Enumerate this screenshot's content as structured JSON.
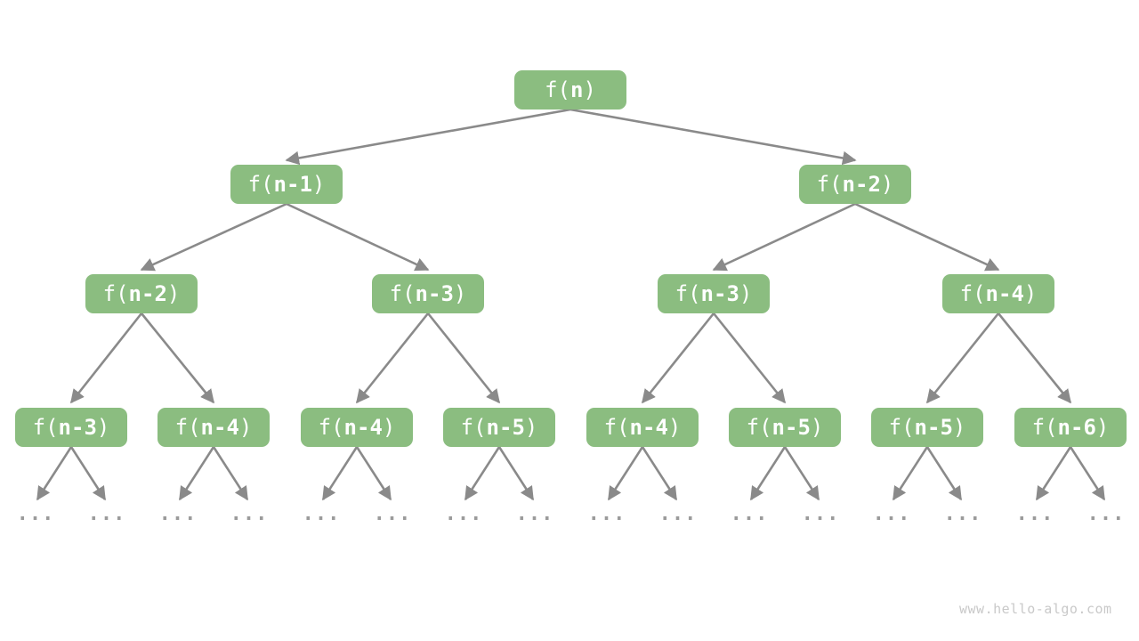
{
  "title": "recursion-tree-of-f(n)",
  "colors": {
    "background": "#ffffff",
    "node_fill": "#8bbd80",
    "node_text": "#ffffff",
    "edge": "#8a8a8a",
    "ellipsis": "#9b9b9b",
    "watermark": "#c9c9c9"
  },
  "tree": {
    "ellipsis": "...",
    "nodes": [
      {
        "level": 1,
        "pre": "f(",
        "arg": "n",
        "post": ")",
        "label": "f(n)"
      },
      {
        "level": 2,
        "pre": "f(",
        "arg": "n-1",
        "post": ")",
        "label": "f(n-1)"
      },
      {
        "level": 2,
        "pre": "f(",
        "arg": "n-2",
        "post": ")",
        "label": "f(n-2)"
      },
      {
        "level": 3,
        "pre": "f(",
        "arg": "n-2",
        "post": ")",
        "label": "f(n-2)"
      },
      {
        "level": 3,
        "pre": "f(",
        "arg": "n-3",
        "post": ")",
        "label": "f(n-3)"
      },
      {
        "level": 3,
        "pre": "f(",
        "arg": "n-3",
        "post": ")",
        "label": "f(n-3)"
      },
      {
        "level": 3,
        "pre": "f(",
        "arg": "n-4",
        "post": ")",
        "label": "f(n-4)"
      },
      {
        "level": 4,
        "pre": "f(",
        "arg": "n-3",
        "post": ")",
        "label": "f(n-3)"
      },
      {
        "level": 4,
        "pre": "f(",
        "arg": "n-4",
        "post": ")",
        "label": "f(n-4)"
      },
      {
        "level": 4,
        "pre": "f(",
        "arg": "n-4",
        "post": ")",
        "label": "f(n-4)"
      },
      {
        "level": 4,
        "pre": "f(",
        "arg": "n-5",
        "post": ")",
        "label": "f(n-5)"
      },
      {
        "level": 4,
        "pre": "f(",
        "arg": "n-4",
        "post": ")",
        "label": "f(n-4)"
      },
      {
        "level": 4,
        "pre": "f(",
        "arg": "n-5",
        "post": ")",
        "label": "f(n-5)"
      },
      {
        "level": 4,
        "pre": "f(",
        "arg": "n-5",
        "post": ")",
        "label": "f(n-5)"
      },
      {
        "level": 4,
        "pre": "f(",
        "arg": "n-6",
        "post": ")",
        "label": "f(n-6)"
      }
    ]
  },
  "watermark": "www.hello-algo.com"
}
